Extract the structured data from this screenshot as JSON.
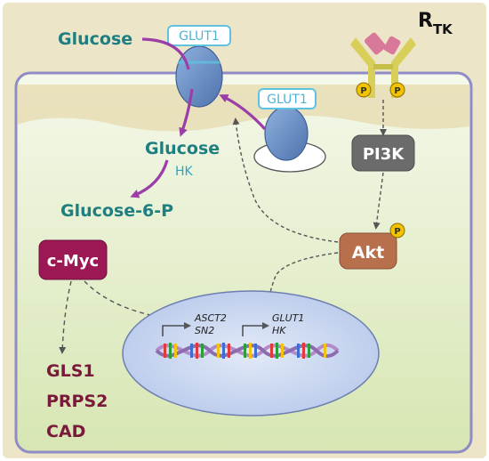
{
  "labels": {
    "glucose_outside": "Glucose",
    "glut1_top": "GLUT1",
    "glut1_vesicle": "GLUT1",
    "rtk_main": "R",
    "rtk_sub": "TK",
    "glucose_inside": "Glucose",
    "hk": "HK",
    "glucose6p": "Glucose-6-P",
    "pi3k": "PI3K",
    "akt": "Akt",
    "phospho": "P",
    "cmyc": "c-Myc",
    "asct2": "ASCT2",
    "sn2": "SN2",
    "glut1_gene": "GLUT1",
    "hk_gene": "HK",
    "gls1": "GLS1",
    "prps2": "PRPS2",
    "cad": "CAD"
  },
  "colors": {
    "extracellular": "#ece5c8",
    "cell_membrane_band": "#e6dcb4",
    "cytoplasm_top": "#f1f6e3",
    "cytoplasm_bottom": "#dde9bd",
    "cell_border": "#8f8bc6",
    "glucose_text": "#1f7f80",
    "hk_text": "#2aa5c8",
    "glut1_blue": "#6a8fc4",
    "glut1_label": "#4fb3d6",
    "arrow_purple": "#9b3ea8",
    "pi3k_fill": "#6b6b6b",
    "akt_fill": "#b86f4c",
    "cmyc_fill": "#9c1855",
    "target_genes": "#7a1a3a",
    "nucleus_fill": "#c6d4ee",
    "phospho_fill": "#f2c300",
    "rtk_yellow": "#d8cf5a",
    "rtk_pink": "#d9799a"
  }
}
